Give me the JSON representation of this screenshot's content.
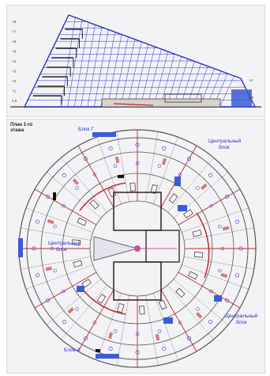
{
  "section": {
    "level_marks_left": [
      "+8",
      "+7",
      "+6",
      "+5",
      "+4",
      "+3",
      "+2",
      "+1",
      "0.0"
    ],
    "level_marks_right": [
      "+2",
      "0.0"
    ]
  },
  "plan": {
    "title_line1": "План 1-го",
    "title_line2": "этажа",
    "label_block_g": "Блок Г",
    "label_block_a": "Блок А",
    "label_central_top_1": "Центральный",
    "label_central_top_2": "блок",
    "label_central_left_1": "Центральный",
    "label_central_left_2": "блок",
    "label_central_right_1": "Центральный",
    "label_central_right_2": "блок"
  },
  "colors": {
    "grid_blue": "#2b2fd0",
    "wall_dark": "#3a2a2a",
    "red_axis": "#c0282a",
    "accent_blue": "#3c5bd6",
    "pink": "#d34a9c"
  }
}
